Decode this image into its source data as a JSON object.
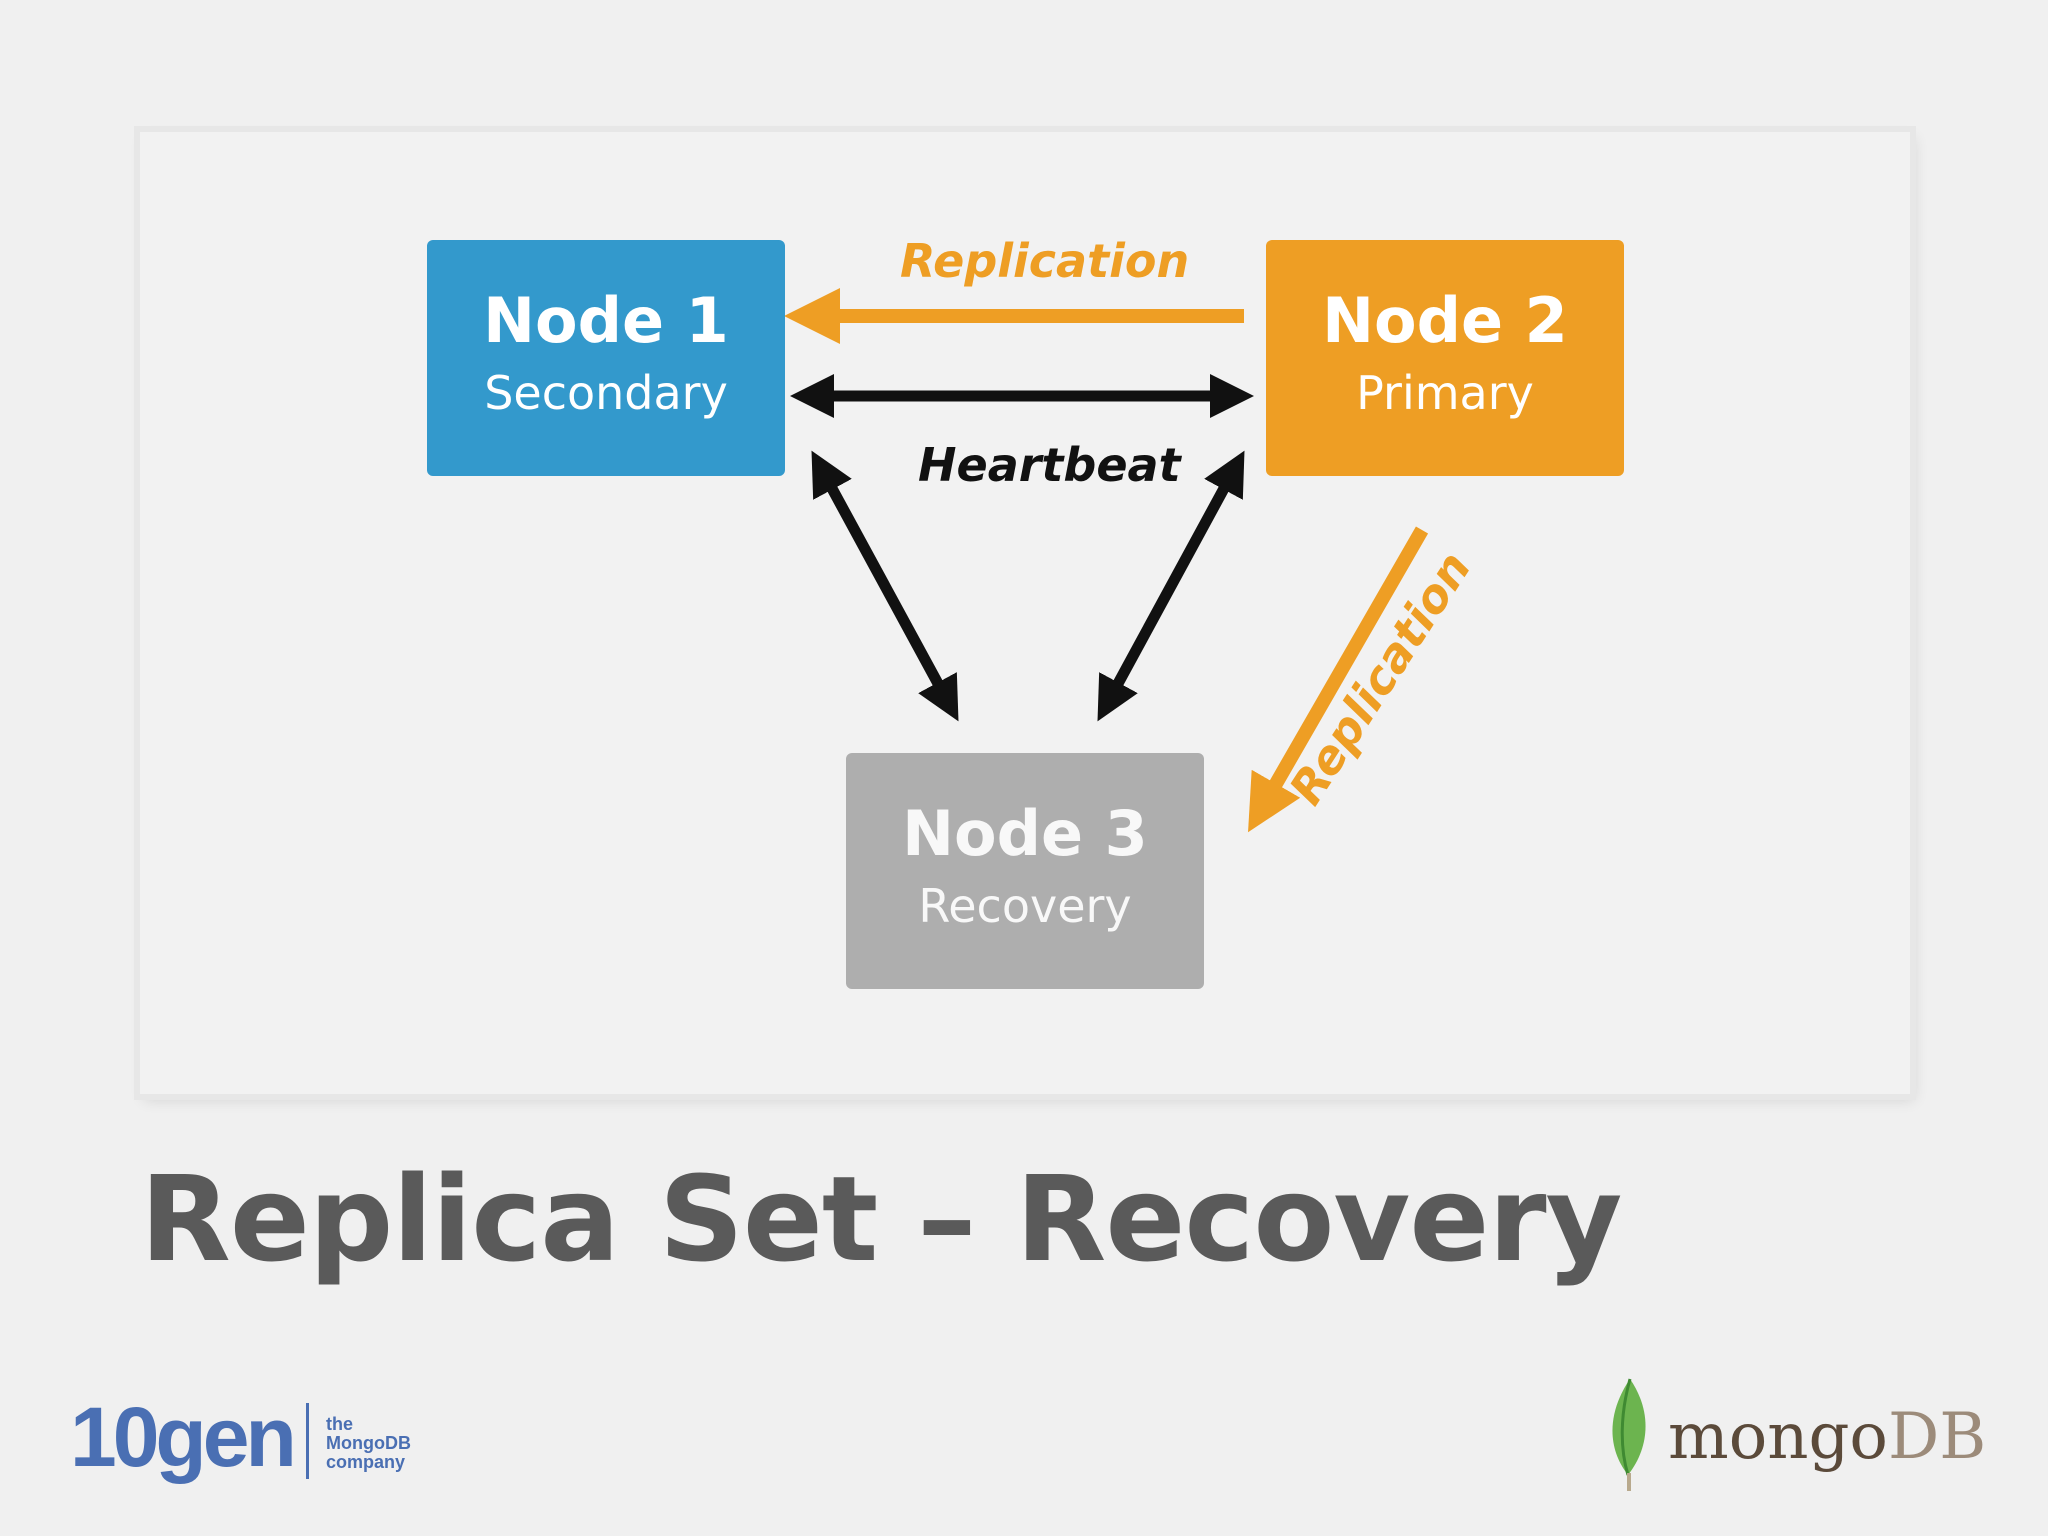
{
  "diagram": {
    "nodes": [
      {
        "id": "node1",
        "title": "Node 1",
        "role": "Secondary",
        "color": "#3399cc"
      },
      {
        "id": "node2",
        "title": "Node 2",
        "role": "Primary",
        "color": "#ee9e24"
      },
      {
        "id": "node3",
        "title": "Node 3",
        "role": "Recovery",
        "color": "#aeaeae"
      }
    ],
    "edges": [
      {
        "from": "Node 2",
        "to": "Node 1",
        "label": "Replication",
        "color": "#ee9e24"
      },
      {
        "from": "Node 2",
        "to": "Node 3",
        "label": "Replication",
        "color": "#ee9e24"
      },
      {
        "between": [
          "Node 1",
          "Node 2"
        ],
        "label": "Heartbeat",
        "color": "#111111",
        "bidirectional": true
      },
      {
        "between": [
          "Node 1",
          "Node 3"
        ],
        "color": "#111111",
        "bidirectional": true
      },
      {
        "between": [
          "Node 2",
          "Node 3"
        ],
        "color": "#111111",
        "bidirectional": true
      }
    ],
    "labels": {
      "replication_top": "Replication",
      "heartbeat": "Heartbeat",
      "replication_diag": "Replication"
    }
  },
  "slide": {
    "title": "Replica Set – Recovery"
  },
  "logos": {
    "tengen": {
      "word": "10gen",
      "tag_line1": "the",
      "tag_line2": "MongoDB",
      "tag_line3": "company",
      "color": "#4a6fb3"
    },
    "mongodb": {
      "word_part1": "mongo",
      "word_part2": "DB",
      "leaf_icon": "mongodb-leaf-icon"
    }
  }
}
